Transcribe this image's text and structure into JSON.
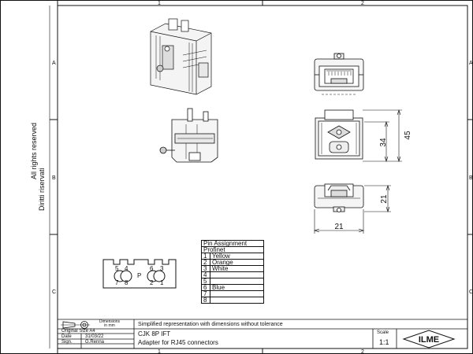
{
  "frame": {
    "col_labels": [
      "1",
      "2"
    ],
    "row_labels": [
      "A",
      "B",
      "C"
    ]
  },
  "side_notes": {
    "rights": "All rights reserved",
    "diritti": "Diritti riservati"
  },
  "dimensions": {
    "height_total": "45",
    "height_body": "34",
    "depth": "21",
    "width": "21"
  },
  "pinout_labels": {
    "top": [
      "5",
      "4",
      "P",
      "6",
      "3"
    ],
    "bottom": [
      "7",
      "8",
      "2",
      "1"
    ]
  },
  "pin_table": {
    "title": "Pin Assignment",
    "standard": "Profinet",
    "rows": [
      {
        "pin": "1",
        "color": "Yellow"
      },
      {
        "pin": "2",
        "color": "Orange"
      },
      {
        "pin": "3",
        "color": "White"
      },
      {
        "pin": "4",
        "color": ""
      },
      {
        "pin": "5",
        "color": ""
      },
      {
        "pin": "6",
        "color": "Blue"
      },
      {
        "pin": "7",
        "color": ""
      },
      {
        "pin": "8",
        "color": ""
      }
    ]
  },
  "title_block": {
    "dimensions_note": "Dimensions in mm",
    "simplified_note": "Simplified representation with dimensions without tolerance",
    "original_size_label": "Original Size A4",
    "date_label": "Date",
    "date_value": "31/03/22",
    "sign_label": "Sign.",
    "sign_value": "G.Renna",
    "product_code": "CJK 8P IFT",
    "product_desc": "Adapter for RJ45 connectors",
    "scale_label": "Scale",
    "scale_value": "1:1",
    "logo_text": "ILME"
  }
}
